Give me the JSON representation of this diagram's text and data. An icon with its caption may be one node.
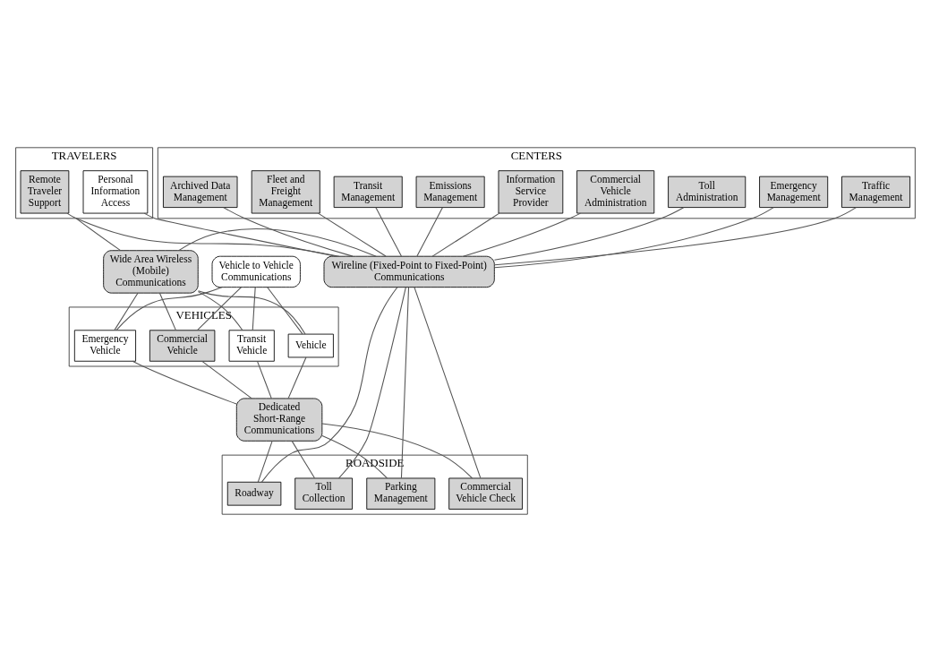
{
  "diagram": {
    "nodes": [
      {
        "text": [
          "TRAVELERS"
        ]
      },
      {
        "text": [
          "Remote Traveler Support"
        ],
        "in": 0
      },
      {
        "text": [
          "Personal Information Access"
        ],
        "in": 0
      },
      {
        "text": [
          "CENTERS"
        ]
      },
      {
        "text": [
          "Information Service Provider"
        ],
        "in": 3
      },
      {
        "text": [
          "Emissions Management"
        ],
        "in": 3
      },
      {
        "text": [
          "Transit Management"
        ],
        "in": 3
      },
      {
        "text": [
          "Fleet and Freight Management"
        ],
        "in": 3
      },
      {
        "text": [
          "Archived Data Management"
        ],
        "in": 3
      },
      {
        "text": [
          "Traffic Management"
        ],
        "in": 3
      },
      {
        "text": [
          "Emergency Management"
        ],
        "in": 3
      },
      {
        "text": [
          "Toll Administration"
        ],
        "in": 3
      },
      {
        "text": [
          "Commercial Vehicle Administration"
        ],
        "in": 3
      },
      {
        "text": [
          "Wide Area Wireless (Mobile) Communications"
        ]
      },
      {
        "text": [
          "Wireline (Fixed-Point to Fixed-Point) Communications"
        ]
      },
      {
        "text": [
          "Vehicle to Vehicle Communications"
        ]
      },
      {
        "text": [
          "VEHICLES"
        ]
      },
      {
        "text": [
          "Vehicle"
        ],
        "in": 16
      },
      {
        "text": [
          "Transit Vehicle"
        ],
        "in": 16
      },
      {
        "text": [
          "Commercial Vehicle"
        ],
        "in": 16
      },
      {
        "text": [
          "Emergency Vehicle"
        ],
        "in": 16
      },
      {
        "text": [
          "Dedicated Short-Range Communications"
        ]
      },
      {
        "text": [
          "ROADSIDE"
        ]
      },
      {
        "text": [
          "Roadway"
        ],
        "in": 22
      },
      {
        "text": [
          "Toll Collection"
        ],
        "in": 22
      },
      {
        "text": [
          "Parking Management"
        ],
        "in": 22
      },
      {
        "text": [
          "Commercial Vehicle Check"
        ],
        "in": 22
      }
    ],
    "edges": [
      {
        "from": 1,
        "to": 14,
        "arrow": "none"
      },
      {
        "from": 2,
        "to": 14,
        "arrow": "none"
      },
      {
        "from": 0,
        "to": 13,
        "arrow": "none"
      },
      {
        "from": 4,
        "to": 14,
        "arrow": "none"
      },
      {
        "from": 5,
        "to": 14,
        "arrow": "none"
      },
      {
        "from": 6,
        "to": 14,
        "arrow": "none"
      },
      {
        "from": 7,
        "to": 14,
        "arrow": "none"
      },
      {
        "from": 8,
        "to": 14,
        "arrow": "none"
      },
      {
        "from": 9,
        "to": 14,
        "arrow": "none"
      },
      {
        "from": 10,
        "to": 14,
        "arrow": "none"
      },
      {
        "from": 11,
        "to": 14,
        "arrow": "none"
      },
      {
        "from": 12,
        "to": 14,
        "arrow": "none"
      },
      {
        "from": 13,
        "to": 14,
        "arrow": "none"
      },
      {
        "from": 13,
        "to": 17,
        "arrow": "none"
      },
      {
        "from": 13,
        "to": 18,
        "arrow": "none"
      },
      {
        "from": 13,
        "to": 19,
        "arrow": "none"
      },
      {
        "from": 13,
        "to": 20,
        "arrow": "none"
      },
      {
        "from": 14,
        "to": 23,
        "arrow": "none"
      },
      {
        "from": 14,
        "to": 24,
        "arrow": "none"
      },
      {
        "from": 14,
        "to": 25,
        "arrow": "none"
      },
      {
        "from": 14,
        "to": 26,
        "arrow": "none"
      },
      {
        "from": 15,
        "to": 17,
        "arrow": "none"
      },
      {
        "from": 15,
        "to": 18,
        "arrow": "none"
      },
      {
        "from": 15,
        "to": 19,
        "arrow": "none"
      },
      {
        "from": 15,
        "to": 20,
        "arrow": "none"
      },
      {
        "from": 17,
        "to": 21,
        "arrow": "none"
      },
      {
        "from": 21,
        "to": 23,
        "arrow": "none"
      },
      {
        "from": 18,
        "to": 21,
        "arrow": "none"
      },
      {
        "from": 21,
        "to": 24,
        "arrow": "none"
      },
      {
        "from": 19,
        "to": 21,
        "arrow": "none"
      },
      {
        "from": 21,
        "to": 25,
        "arrow": "none"
      },
      {
        "from": 20,
        "to": 21,
        "arrow": "none"
      },
      {
        "from": 21,
        "to": 26,
        "arrow": "none"
      }
    ]
  }
}
